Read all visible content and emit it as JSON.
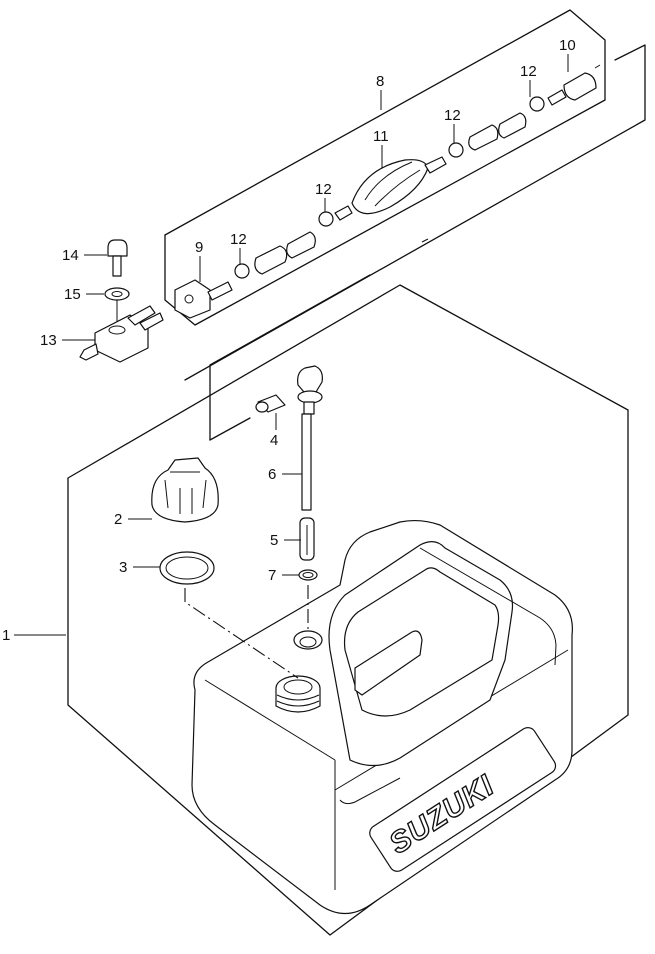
{
  "diagram": {
    "title": "Suzuki outboard fuel tank assembly (exploded view)",
    "brand_logo_text": "SUZUKI",
    "line_color": "#111111",
    "background_color": "#ffffff",
    "callouts": [
      {
        "number": "1",
        "part": "fuel-tank-assembly"
      },
      {
        "number": "2",
        "part": "fuel-cap"
      },
      {
        "number": "3",
        "part": "cap-gasket"
      },
      {
        "number": "4",
        "part": "air-vent-fitting"
      },
      {
        "number": "5",
        "part": "fuel-filter"
      },
      {
        "number": "6",
        "part": "fuel-pickup-pipe"
      },
      {
        "number": "7",
        "part": "o-ring"
      },
      {
        "number": "8",
        "part": "fuel-hose-assembly"
      },
      {
        "number": "9",
        "part": "tank-side-connector"
      },
      {
        "number": "10",
        "part": "engine-side-connector"
      },
      {
        "number": "11",
        "part": "primer-bulb"
      },
      {
        "number": "12",
        "part": "hose-clip"
      },
      {
        "number": "13",
        "part": "fuel-joint"
      },
      {
        "number": "14",
        "part": "bolt"
      },
      {
        "number": "15",
        "part": "washer"
      }
    ]
  }
}
